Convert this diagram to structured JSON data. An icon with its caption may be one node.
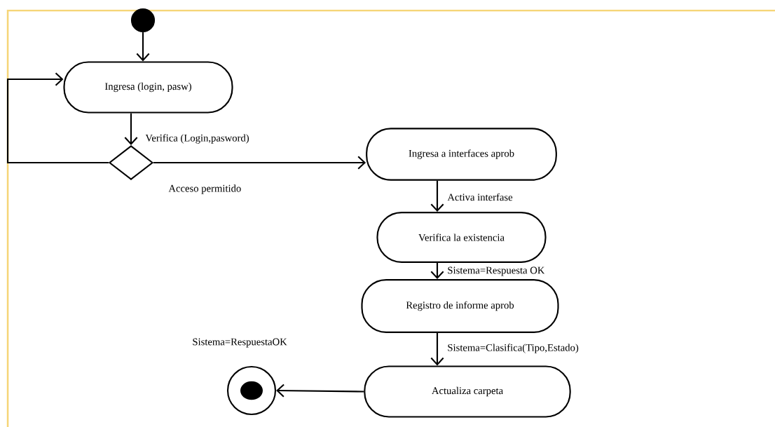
{
  "diagram": {
    "nodes": [
      {
        "text": [],
        "shape": "circle"
      },
      {
        "text": [
          "Ingresa (login, pasw)"
        ]
      },
      {
        "text": [],
        "shape": "diamond"
      },
      {
        "text": [
          "Ingresa a interfaces aprob"
        ]
      },
      {
        "text": [
          "Verifica la existencia"
        ]
      },
      {
        "text": [
          "Registro de informe aprob"
        ]
      },
      {
        "text": [
          "Actualiza  carpeta"
        ]
      },
      {
        "text": [],
        "shape": "circle"
      }
    ],
    "edges": [
      {
        "from": 0,
        "to": 1,
        "arrow": "to"
      },
      {
        "from": 1,
        "to": 2,
        "arrow": "to",
        "label": "Verifica (Login,pasword)"
      },
      {
        "from": 2,
        "to": 1,
        "arrow": "to"
      },
      {
        "from": 2,
        "to": 3,
        "arrow": "to",
        "label": "Acceso permitido"
      },
      {
        "from": 3,
        "to": 4,
        "arrow": "to",
        "label": "Activa  interfase"
      },
      {
        "from": 4,
        "to": 5,
        "arrow": "to",
        "label": "Sistema=Respuesta OK"
      },
      {
        "from": 5,
        "to": 6,
        "arrow": "to",
        "label": "Sistema=Clasifica(Tipo,Estado)"
      },
      {
        "from": 6,
        "to": 7,
        "arrow": "to",
        "label": "Sistema=RespuestaOK"
      }
    ]
  }
}
